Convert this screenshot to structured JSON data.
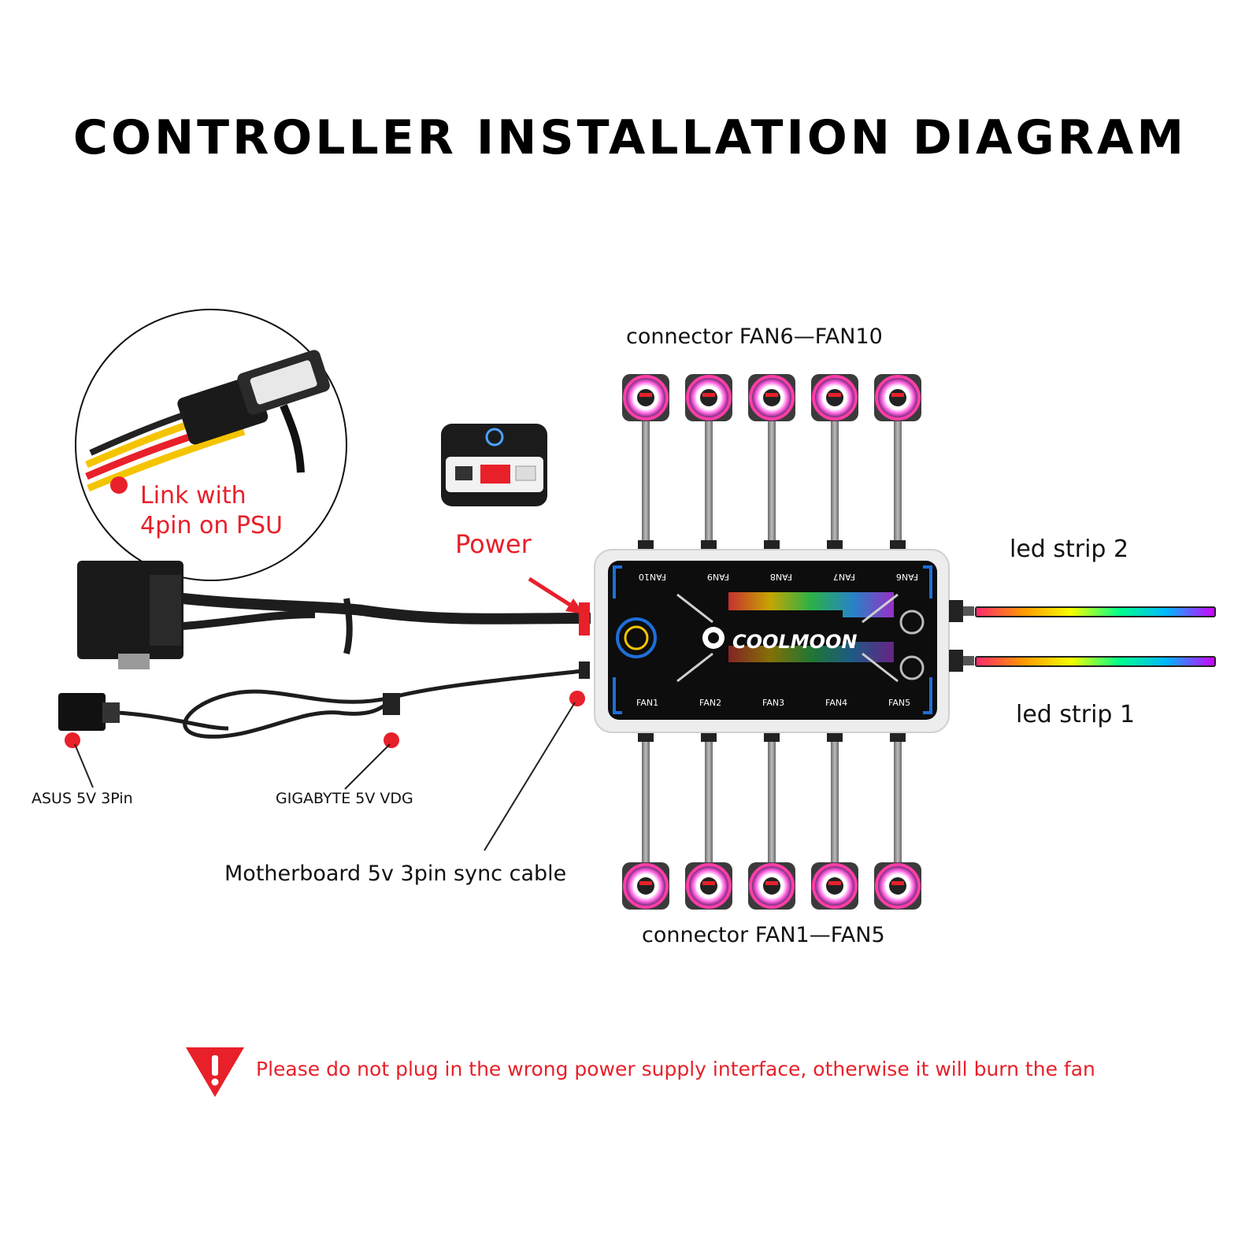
{
  "title": "CONTROLLER INSTALLATION DIAGRAM",
  "psu_callout": {
    "line1": "Link with",
    "line2": "4pin on PSU"
  },
  "power_label": "Power",
  "top_connector_label": "connector  FAN6—FAN10",
  "bottom_connector_label": "connector  FAN1—FAN5",
  "led_strip_2": "led strip 2",
  "led_strip_1": "led strip 1",
  "asus_label": "ASUS 5V 3Pin",
  "gigabyte_label": "GIGABYTE 5V  VDG",
  "sync_cable_label": "Motherboard 5v 3pin sync cable",
  "controller": {
    "brand": "COOLMOON",
    "top_ports": [
      "FAN10",
      "FAN9",
      "FAN8",
      "FAN7",
      "FAN6"
    ],
    "bottom_ports": [
      "FAN1",
      "FAN2",
      "FAN3",
      "FAN4",
      "FAN5"
    ]
  },
  "warning": {
    "icon": "warning-triangle-icon",
    "text": "Please do not plug in the wrong power supply interface, otherwise it will burn the fan"
  },
  "colors": {
    "accent_red": "#e8202a",
    "controller_body": "#0d0d0d",
    "accent_blue": "#1e6fd9"
  }
}
